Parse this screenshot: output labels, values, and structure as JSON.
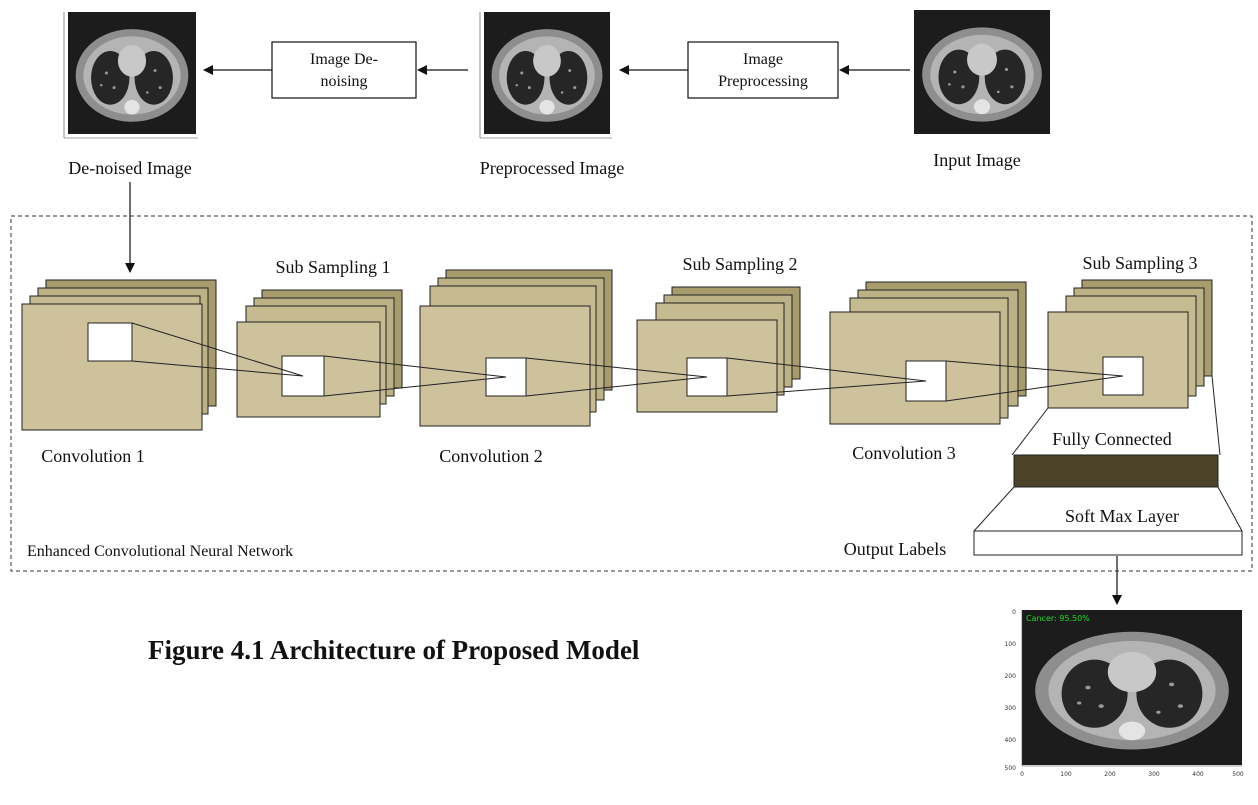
{
  "pipeline": {
    "input_label": "Input Image",
    "preprocessing_box": [
      "Image",
      "Preprocessing"
    ],
    "preprocessed_label": "Preprocessed Image",
    "denoising_box": [
      "Image De-",
      "noising"
    ],
    "denoised_label": "De-noised Image"
  },
  "network": {
    "title": "Enhanced Convolutional  Neural Network",
    "layers": {
      "conv1": "Convolution 1",
      "sub1": "Sub Sampling 1",
      "conv2": "Convolution 2",
      "sub2": "Sub Sampling 2",
      "conv3": "Convolution 3",
      "sub3": "Sub Sampling 3"
    },
    "fully_connected": "Fully Connected",
    "softmax": "Soft Max Layer",
    "output_labels": "Output Labels"
  },
  "result_image": {
    "overlay_text": "Cancer: 95.50%",
    "y_ticks": [
      "0",
      "100",
      "200",
      "300",
      "400",
      "500"
    ],
    "x_ticks": [
      "0",
      "100",
      "200",
      "300",
      "400",
      "500"
    ]
  },
  "caption": "Figure 4.1 Architecture of Proposed Model",
  "colors": {
    "feature_map": "#cdc29c",
    "feature_map_back": "#a99c6c",
    "fully_connected_bar": "#4a4329",
    "ct_background": "#1c1c1c",
    "overlay_text": "#18e018"
  }
}
